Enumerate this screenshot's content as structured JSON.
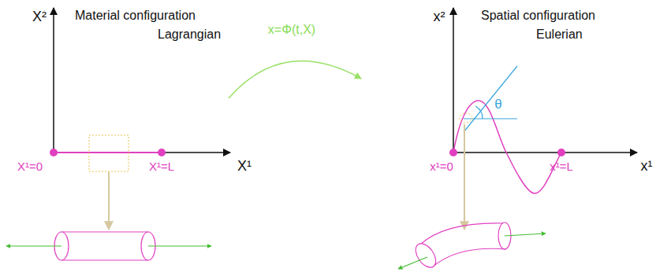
{
  "diagram": {
    "labels": [
      "Material configuration",
      "Lagrangian",
      "X²",
      "X¹",
      "X¹=0",
      "X¹=L",
      "x=Φ(t,X)",
      "Spatial configuration",
      "Eulerian",
      "x²",
      "x¹",
      "θ",
      "x¹=0",
      "x¹=L"
    ]
  }
}
